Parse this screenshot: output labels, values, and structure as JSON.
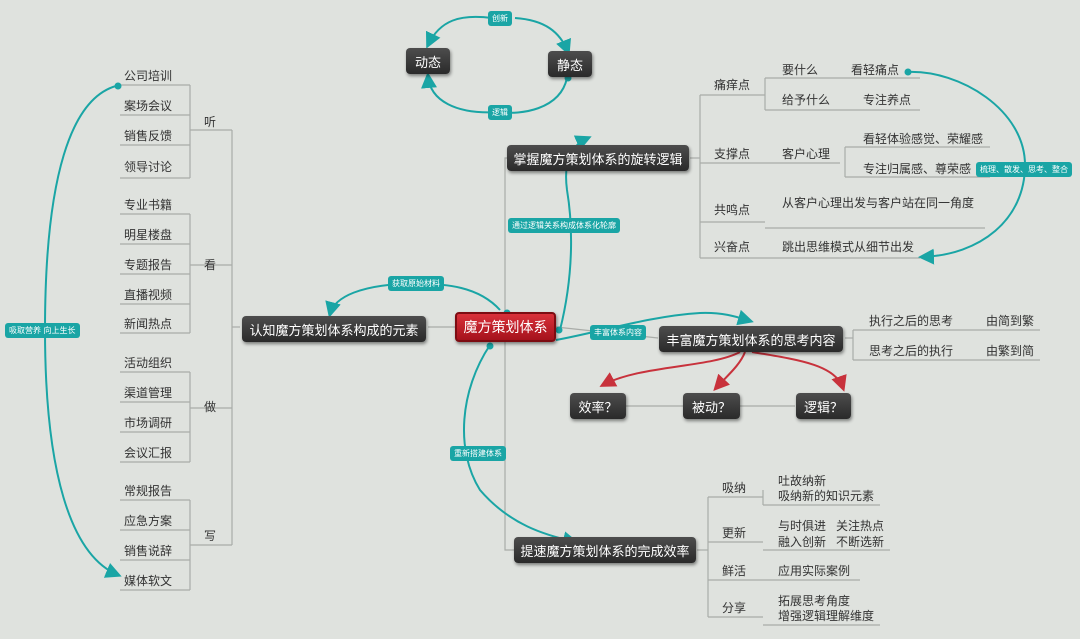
{
  "nodes": {
    "center": "魔方策划体系",
    "dongtai": "动态",
    "jingtai": "静态",
    "rotate_logic": "掌握魔方策划体系的旋转逻辑",
    "cognize": "认知魔方策划体系构成的元素",
    "enrich": "丰富魔方策划体系的思考内容",
    "speed": "提速魔方策划体系的完成效率",
    "efficiency": "效率？",
    "passive": "被动？",
    "logic_q": "逻辑？"
  },
  "tags": {
    "innovate": "创新",
    "logic": "逻辑",
    "outline": "通过逻辑关系构成体系化轮廓",
    "raw_material": "获取原始材料",
    "enrich_content": "丰富体系内容",
    "rebuild": "重新搭建体系",
    "nutrition": "吸取营养 向上生长",
    "sort": "梳理、散发、思考、整合"
  },
  "cognize": {
    "groups": [
      "听",
      "看",
      "做",
      "写"
    ],
    "listen": [
      "公司培训",
      "案场会议",
      "销售反馈",
      "领导讨论"
    ],
    "look": [
      "专业书籍",
      "明星楼盘",
      "专题报告",
      "直播视频",
      "新闻热点"
    ],
    "do": [
      "活动组织",
      "渠道管理",
      "市场调研",
      "会议汇报"
    ],
    "write": [
      "常规报告",
      "应急方案",
      "销售说辞",
      "媒体软文"
    ]
  },
  "rotate": {
    "pain": "痛痒点",
    "want": "要什么",
    "pain_point": "看轻痛点",
    "give": "给予什么",
    "nurture": "专注养点",
    "support": "支撑点",
    "psych": "客户心理",
    "exp": "看轻体验感觉、荣耀感",
    "belong": "专注归属感、尊荣感",
    "resonate": "共鸣点",
    "resonate_text": "从客户心理出发与客户站在同一角度",
    "excite": "兴奋点",
    "excite_text": "跳出思维模式从细节出发"
  },
  "enrich": {
    "think_after": "执行之后的思考",
    "simple_complex": "由简到繁",
    "exec_after": "思考之后的执行",
    "complex_simple": "由繁到简"
  },
  "speed": {
    "absorb": "吸纳",
    "absorb_1": "吐故纳新",
    "absorb_2": "吸纳新的知识元素",
    "update": "更新",
    "update_1": "与时俱进",
    "update_1b": "关注热点",
    "update_2": "融入创新",
    "update_2b": "不断选新",
    "fresh": "鲜活",
    "fresh_1": "应用实际案例",
    "share": "分享",
    "share_1": "拓展思考角度",
    "share_2": "增强逻辑理解维度"
  },
  "colors": {
    "background": "#dfe2de",
    "teal": "#1aa5a5",
    "red_arrow": "#c8323c",
    "node_dark": "#333333",
    "center_red": "#c0202a"
  }
}
